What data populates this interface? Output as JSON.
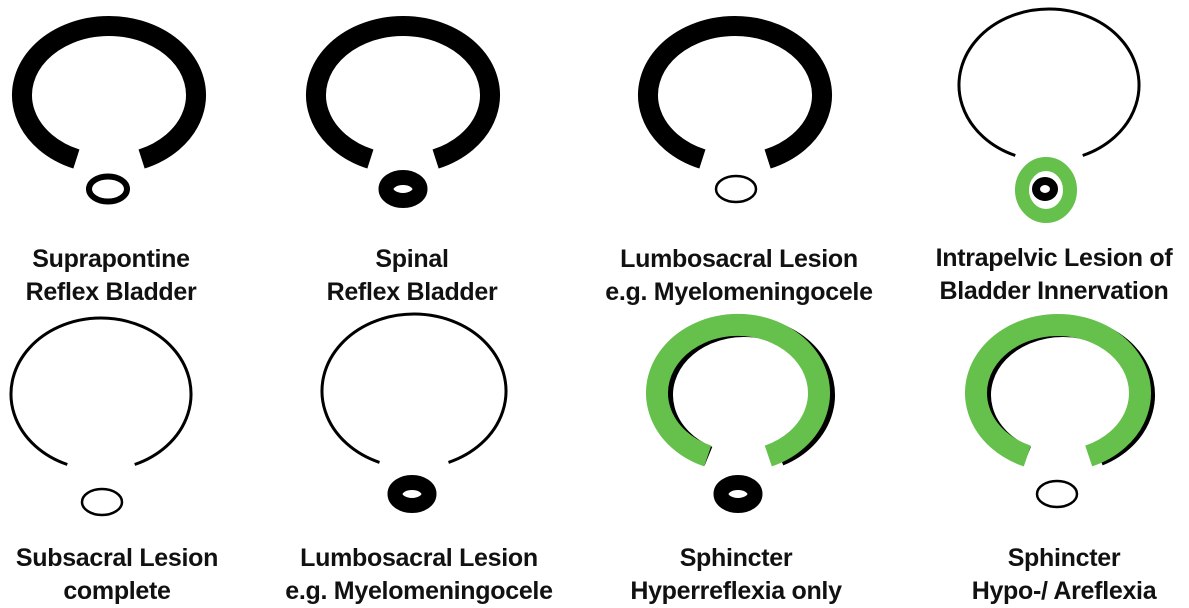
{
  "colors": {
    "ink": "#000000",
    "green": "#66c04c",
    "background": "#ffffff"
  },
  "panels": [
    {
      "id": "suprapontine",
      "line1": "Suprapontine",
      "line2": "Reflex Bladder",
      "bladder": "thick-black",
      "sphincter": "medium-black"
    },
    {
      "id": "spinal",
      "line1": "Spinal",
      "line2": "Reflex Bladder",
      "bladder": "thick-black",
      "sphincter": "solid-black"
    },
    {
      "id": "lumbosacral-top",
      "line1": "Lumbosacral Lesion",
      "line2": "e.g. Myelomeningocele",
      "bladder": "thick-black",
      "sphincter": "thin-outline"
    },
    {
      "id": "intrapelvic",
      "line1": "Intrapelvic Lesion of",
      "line2": "Bladder Innervation",
      "bladder": "thin-outline",
      "sphincter": "green-ring-black-core"
    },
    {
      "id": "subsacral",
      "line1": "Subsacral Lesion",
      "line2": "complete",
      "bladder": "thin-outline",
      "sphincter": "thin-outline"
    },
    {
      "id": "lumbosacral-bottom",
      "line1": "Lumbosacral Lesion",
      "line2": "e.g. Myelomeningocele",
      "bladder": "thin-outline",
      "sphincter": "solid-black"
    },
    {
      "id": "sphincter-hyperreflexia",
      "line1": "Sphincter",
      "line2": "Hyperreflexia only",
      "bladder": "thick-green",
      "sphincter": "solid-black"
    },
    {
      "id": "sphincter-hypo-areflexia",
      "line1": "Sphincter",
      "line2": "Hypo-/ Areflexia",
      "bladder": "thick-green",
      "sphincter": "thin-outline"
    }
  ]
}
